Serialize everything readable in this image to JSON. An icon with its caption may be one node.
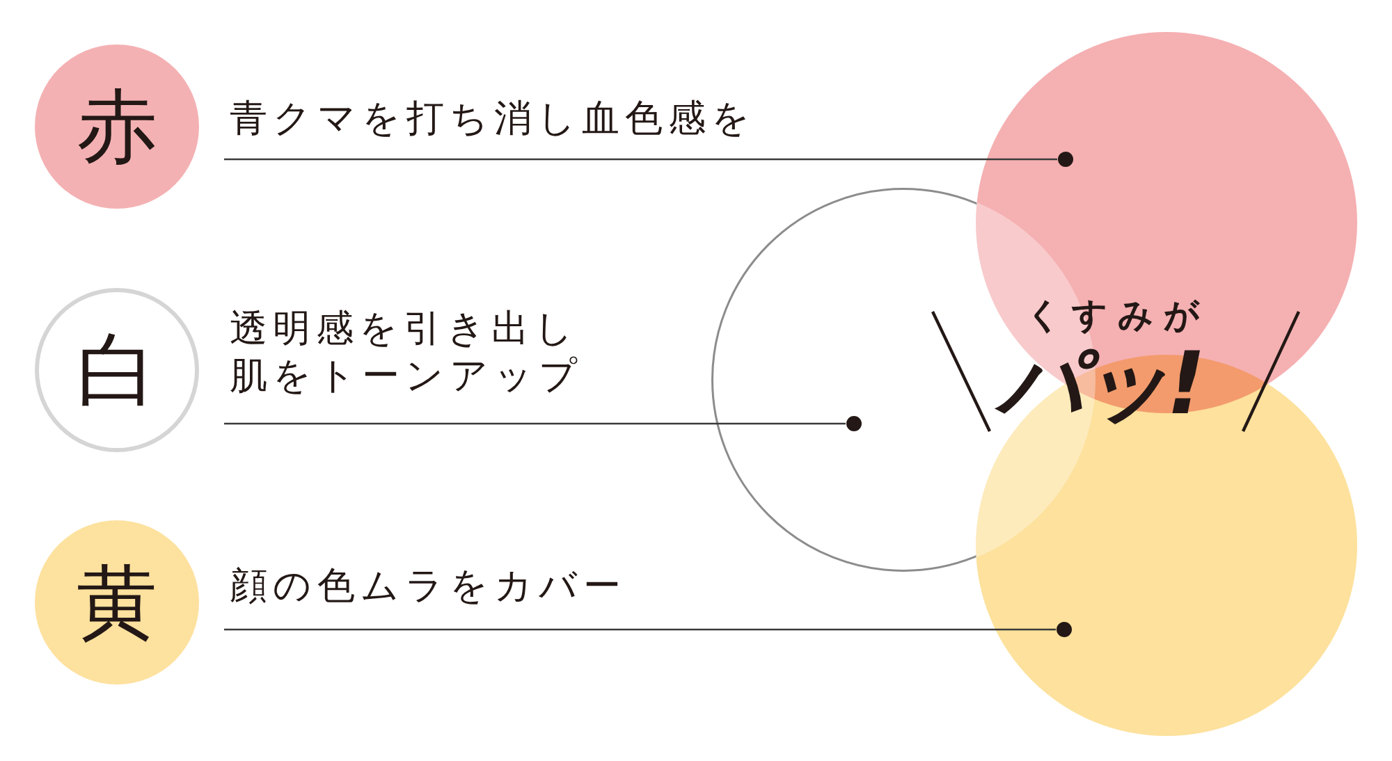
{
  "diagram": {
    "nodes": [
      {
        "text": [
          "赤"
        ]
      },
      {
        "text": [
          "青クマを打ち消し血色感を"
        ]
      },
      {
        "text": [
          "白"
        ]
      },
      {
        "text": [
          "透明感を引き出し肌をトーンアップ"
        ]
      },
      {
        "text": [
          "黄"
        ]
      },
      {
        "text": [
          "顔の色ムラをカバー"
        ]
      },
      {
        "text": [],
        "shape": "circle"
      },
      {
        "text": [],
        "shape": "dot",
        "in": 6
      },
      {
        "text": [],
        "shape": "circle"
      },
      {
        "text": [],
        "shape": "dot",
        "in": 8
      },
      {
        "text": [],
        "shape": "circle"
      },
      {
        "text": [],
        "shape": "dot",
        "in": 10
      }
    ],
    "edges": [
      {
        "from": 1,
        "to": 7,
        "arrow": "none"
      },
      {
        "from": 3,
        "to": 9,
        "arrow": "none"
      },
      {
        "from": 5,
        "to": 11,
        "arrow": "none"
      }
    ],
    "labels": [
      "くすみが",
      "パッ!"
    ]
  }
}
